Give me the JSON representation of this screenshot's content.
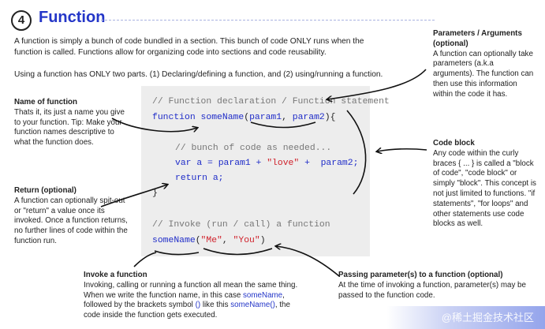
{
  "header": {
    "number": "4",
    "title": "Function"
  },
  "intro": {
    "line1": "A function is simply a bunch of code bundled in a section. This bunch of code ONLY runs when the",
    "line2": "function is called. Functions allow for organizing code into sections and code reusability."
  },
  "two_parts": "Using a function has ONLY two parts. (1) Declaring/defining a function, and (2) using/running a function.",
  "code": {
    "comment_decl": "// Function declaration / Function statement",
    "kw_function": "function",
    "fn_name": "someName",
    "paren_open": "(",
    "param1": "param1",
    "comma": ", ",
    "param2": "param2",
    "paren_close_brace": "){",
    "comment_body": "// bunch of code as needed...",
    "kw_var": "var",
    "assign": " a = param1 + ",
    "str_love": "\"love\"",
    "plus": " +  param2;",
    "kw_return": "return",
    "ret_rest": " a;",
    "close_brace": "}",
    "comment_invoke": "// Invoke (run / call) a function",
    "call_paren_open": "(",
    "str_me": "\"Me\"",
    "call_comma": ", ",
    "str_you": "\"You\"",
    "call_close": ")"
  },
  "notes": {
    "name": {
      "heading": "Name of function",
      "body": "Thats it, its just a name you give to your function. Tip: Make your function names descriptive to what the function does."
    },
    "return": {
      "heading": "Return (optional)",
      "body": "A function can optionally spit-out or \"return\" a value once its invoked. Once a function returns, no further lines of code within the function run."
    },
    "params": {
      "heading": "Parameters / Arguments (optional)",
      "body": "A function can optionally take parameters (a.k.a arguments). The function can then use this information within the code it has."
    },
    "block": {
      "heading": "Code block",
      "body": "Any code within the curly braces { ... } is called a \"block of code\", \"code block\" or simply \"block\". This concept is not just limited to functions. \"if statements\", \"for loops\" and other statements use code blocks as well."
    },
    "invoke": {
      "heading": "Invoke a function",
      "body1": "Invoking, calling or running a function all mean the same thing. When we write the function name, in this case ",
      "name1": "someName",
      "body2": ", followed by the brackets symbol ",
      "brackets": "()",
      "body3": " like this ",
      "name2": "someName()",
      "body4": ", the code inside the function gets executed."
    },
    "pass": {
      "heading": "Passing parameter(s) to a function (optional)",
      "body": "At the time of invoking a function, parameter(s) may be passed to the function code."
    }
  },
  "watermark": "@稀土掘金技术社区",
  "colors": {
    "accent": "#2436c8",
    "string": "#d0222c",
    "comment": "#777777",
    "code_bg": "#ededed"
  }
}
